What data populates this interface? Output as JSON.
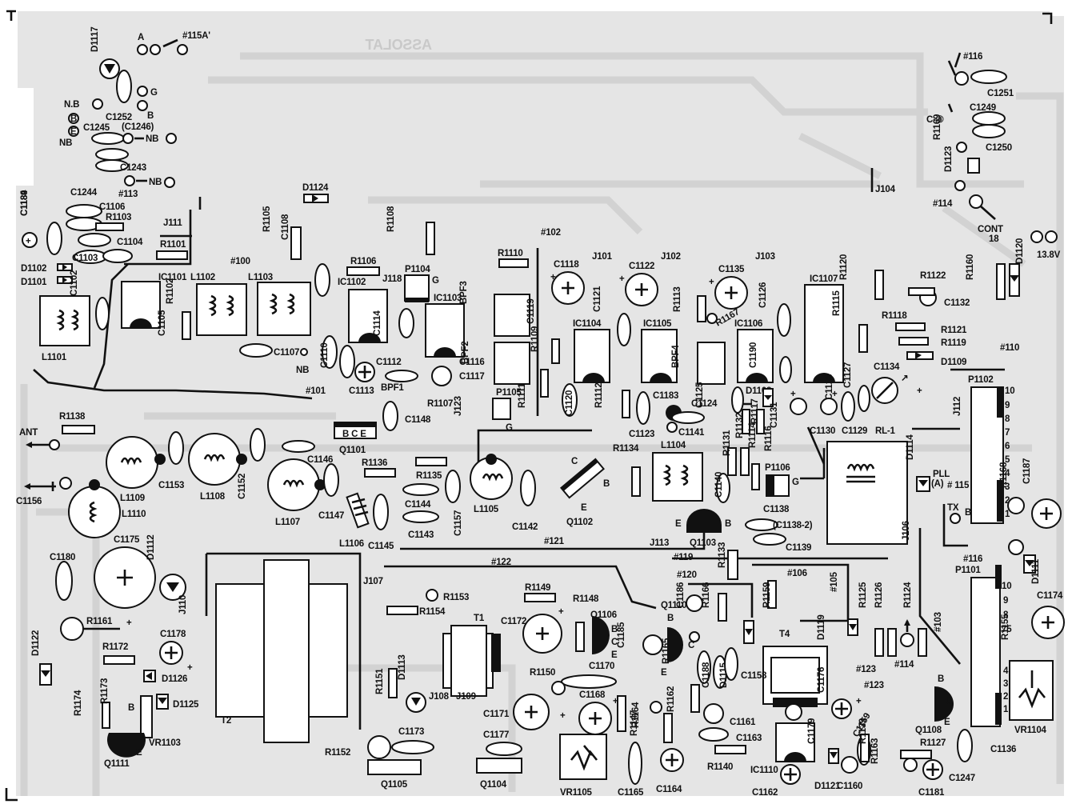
{
  "board": {
    "colors": {
      "pcb": "#e5e5e5",
      "trace": "#d2d2d2",
      "ink": "#111111",
      "paper": "#ffffff"
    },
    "labels": {
      "c1251": "C1251",
      "c1249": "C1249",
      "c1250": "C1250",
      "r1169": "R1169",
      "d1123": "D1123",
      "c8": "C-⑧",
      "p114": "#114",
      "cont": "CONT",
      "n18": "18",
      "v138": "13.8V",
      "d1120": "D1120",
      "j104": "J104",
      "p116a": "#116",
      "a": "A",
      "p115a": "#115A'",
      "d1117": "D1117",
      "g1": "G",
      "b1": "B",
      "nb1": "N.B",
      "c1252": "C1252",
      "c1245": "C1245",
      "c1246": "(C1246)",
      "nbs": "NB",
      "nbe": "NB",
      "c1243": "C1243",
      "nbd": "NB",
      "c1244": "C1244",
      "p113": "#113",
      "c1184": "C1184",
      "c1106": "C1106",
      "r1103": "R1103",
      "j111": "J111",
      "c1189": "C1189",
      "c1104": "C1104",
      "d1102": "D1102",
      "d1101": "D1101",
      "c1103": "C1103",
      "r1101": "R1101",
      "ic1101": "IC1101",
      "c1102": "C1102",
      "l1101": "L1101",
      "l1102": "L1102",
      "l1103": "L1103",
      "p100": "#100",
      "r1102": "R1102",
      "c1105": "C1105",
      "d1124": "D1124",
      "r1105": "R1105",
      "c1108": "C1108",
      "r1106": "R1106",
      "ic1102": "IC1102",
      "j118": "J118",
      "p1104": "P1104",
      "g2": "G",
      "r1108": "R1108",
      "c1107": "C1107",
      "nb7": "NB",
      "c1110": "C1110",
      "c1113": "C1113",
      "p101": "#101",
      "c1112": "C1112",
      "bpf1": "BPF1",
      "c1114": "C1114",
      "ic1103": "IC1103",
      "c1116": "C1116",
      "c1117": "C1117",
      "r1107": "R1107",
      "p102": "#102",
      "r1110": "R1110",
      "bpf3": "BPF3",
      "bpf2": "BPF2",
      "p1105": "P1105",
      "g3": "G",
      "j123": "J123",
      "r1111": "R1111",
      "c1118": "C1118",
      "c1119": "C1119",
      "r1109": "R1109",
      "j101": "J101",
      "ic1104": "IC1104",
      "c1120": "C1120",
      "c1122": "C1122",
      "c1121": "C1121",
      "r1112": "R1112",
      "j102": "J102",
      "ic1105": "IC1105",
      "c1183": "C1183",
      "c1135": "C1135",
      "r1113": "R1113",
      "bpf4": "BPF4",
      "r1167": "R1167",
      "j103": "J103",
      "ic1106": "IC1106",
      "c1126": "C1126",
      "c1190": "C1190",
      "d1108": "D1108",
      "c1124": "C1124",
      "c1125": "C1125",
      "r1117": "R1117",
      "ic1107": "IC1107",
      "r1120": "R1120",
      "r1115": "R1115",
      "c1128": "C1128",
      "c1127": "C1127",
      "c1131": "C1131",
      "c1130": "C1130",
      "c1129": "C1129",
      "rl1": "RL-1",
      "r1122": "R1122",
      "c1132": "C1132",
      "r1118": "R1118",
      "r1121": "R1121",
      "r1119": "R1119",
      "d1109": "D1109",
      "c1134": "C1134",
      "r1160": "R1160",
      "p110": "#110",
      "p1102": "P1102",
      "j112": "J112",
      "ant": "ANT",
      "r1138": "R1138",
      "c1156": "C1156",
      "l1109": "L1109",
      "l1110": "L1110",
      "c1153": "C1153",
      "l1108": "L1108",
      "c1152": "C1152",
      "l1107": "L1107",
      "c1146": "C1146",
      "q1101": "Q1101",
      "bce": "B C E",
      "c1147": "C1147",
      "r1136": "R1136",
      "l1106": "L1106",
      "c1145": "C1145",
      "c1148": "C1148",
      "r1135": "R1135",
      "c1144": "C1144",
      "c1143": "C1143",
      "c1157": "C1157",
      "l1105": "L1105",
      "c1142": "C1142",
      "q1102": "Q1102",
      "qc": "C",
      "qb": "B",
      "qe": "E",
      "r1134": "R1134",
      "c1123": "C1123",
      "c1141": "C1141",
      "l1104": "L1104",
      "r1131": "R1131",
      "r1132": "R1132",
      "r1114": "R1114",
      "r1116": "R1116",
      "c1140": "C1140",
      "p1106": "P1106",
      "g4": "G",
      "c1138": "C1138",
      "c1138b": "(C1138-2)",
      "c1139": "C1139",
      "q1103": "Q1103",
      "e3": "E",
      "b3": "B",
      "j113": "J113",
      "d1114": "D1114",
      "pll": "PLL",
      "a2": "(A)",
      "p115": "# 115",
      "tx": "TX",
      "b5": "B",
      "r1168": "R1168",
      "c1187": "C1187",
      "j106": "J106",
      "c1175": "C1175",
      "c1180": "C1180",
      "d1112": "D1112",
      "j110": "J110",
      "r1161": "R1161",
      "d1122": "D1122",
      "r1172": "R1172",
      "c1178": "C1178",
      "d1126": "D1126",
      "r1174": "R1174",
      "r1173": "R1173",
      "d1125": "D1125",
      "vr1103": "VR1103",
      "q1111": "Q1111",
      "b11": "B",
      "e11": "E",
      "t2": "T2",
      "j107": "J107",
      "p121": "#121",
      "p122": "#122",
      "r1153": "R1153",
      "r1149": "R1149",
      "r1148": "R1148",
      "r1154": "R1154",
      "t1": "T1",
      "c1172": "C1172",
      "q1106": "Q1106",
      "bce2": "B",
      "c6": "C",
      "e6": "E",
      "c1170": "C1170",
      "r1151": "R1151",
      "d1113": "D1113",
      "j108": "J108",
      "j109": "J109",
      "r1150": "R1150",
      "c1168": "C1168",
      "c1171": "C1171",
      "r1147": "R1147",
      "c1173": "C1173",
      "c1177": "C1177",
      "r1152": "R1152",
      "q1105": "Q1105",
      "q1104": "Q1104",
      "vr1105": "VR1105",
      "c1165": "C1165",
      "c1164": "C1164",
      "r1164": "R1164",
      "p119": "#119",
      "p120": "#120",
      "r1133": "R1133",
      "q1110": "Q1110",
      "b10": "B",
      "e10": "E",
      "c10": "C",
      "c1186": "C1186",
      "r1166": "R1166",
      "c1185": "C1185",
      "r1165": "R1165",
      "c1188": "C1188",
      "r1162": "R1162",
      "c1161": "C1161",
      "c1163": "C1163",
      "r1140": "R1140",
      "ic1110": "IC1110",
      "c1162": "C1162",
      "d1115": "D1115",
      "c1158": "C1158",
      "p106": "#106",
      "r1159": "R1159",
      "t4": "T4",
      "d1119": "D1119",
      "p105": "#105",
      "c1176": "C1176",
      "p123": "#123",
      "c1179": "C1179",
      "c1159": "C1159",
      "d1121": "D1121",
      "c1160": "C1160",
      "r1139": "R1139",
      "r1125": "R1125",
      "r1126": "R1126",
      "r1124": "R1124",
      "p1114": "#114",
      "p103": "#103",
      "r1163": "R1163",
      "r1127": "R1127",
      "c1247": "C1247",
      "c1181": "C1181",
      "q1108": "Q1108",
      "b8": "B",
      "c8b": "C",
      "e8": "E",
      "p116b": "#116",
      "p1101": "P1101",
      "d1111": "D1111",
      "c1174": "C1174",
      "r1155": "R1155",
      "vr1104": "VR1104",
      "c1136": "C1136",
      "n10": "10",
      "n9": "9",
      "n8": "8",
      "n7": "7",
      "n6": "6",
      "n5": "5",
      "n4": "4",
      "n3": "3",
      "n2": "2",
      "n1": "1",
      "m10": "10",
      "m9": "9",
      "m8": "8",
      "m75": "75",
      "m4": "4",
      "m3": "3",
      "m2": "2",
      "m1": "1",
      "mirror": "ASSOLAT"
    }
  }
}
